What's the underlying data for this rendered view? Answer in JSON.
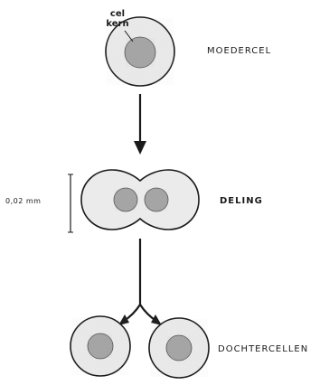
{
  "labels": {
    "cel": "cel",
    "kern": "kern",
    "moedercel": "MOEDERCEL",
    "deling": "DELING",
    "dochtercellen": "DOCHTERCELLEN",
    "scale": "0,02 mm"
  },
  "colors": {
    "ink": "#1a1a1a",
    "cell_fill": "#ebebeb",
    "nucleus_fill": "#a3a3a3"
  }
}
